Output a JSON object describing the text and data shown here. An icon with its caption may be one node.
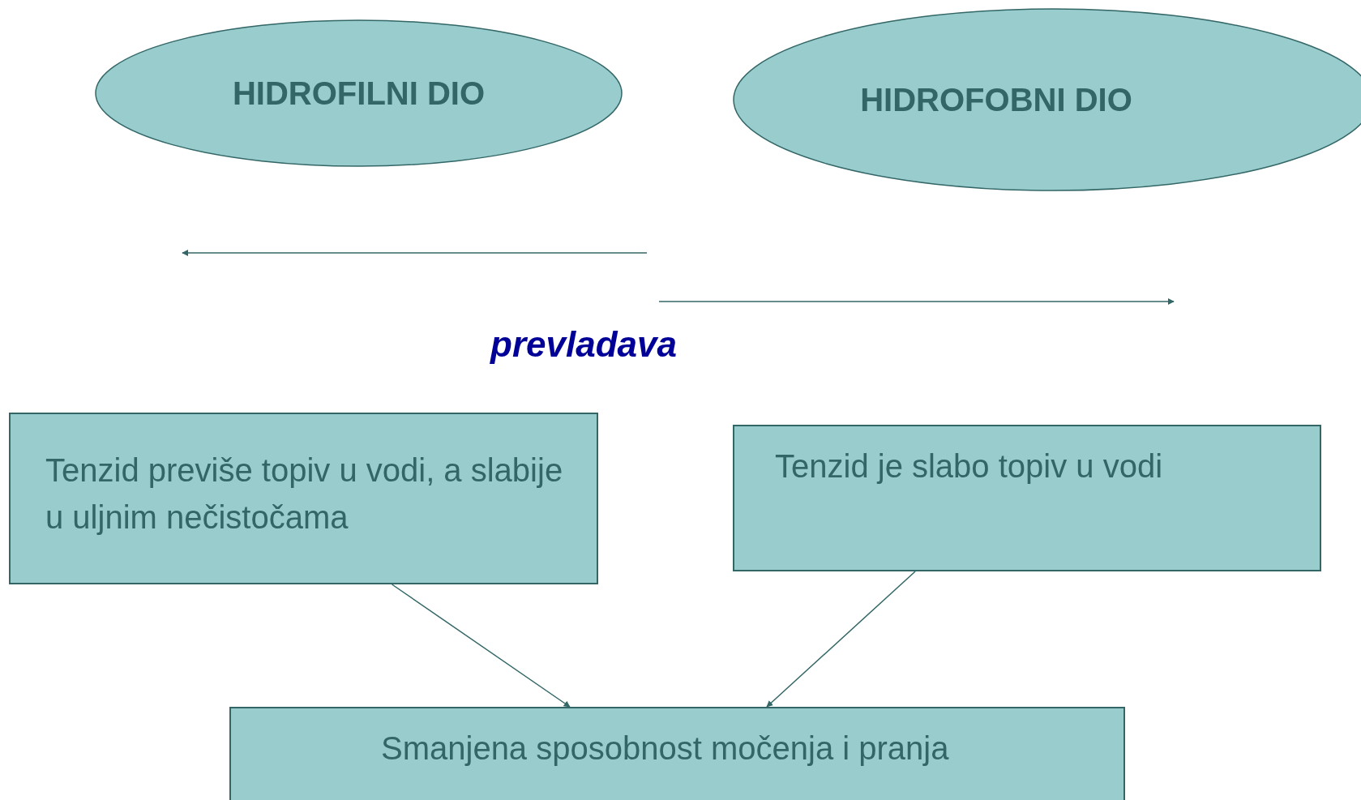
{
  "diagram": {
    "nodes": [
      {
        "text": [
          "HIDROFILNI DIO"
        ]
      },
      {
        "text": [
          "HIDROFOBNI DIO"
        ]
      },
      {
        "text": [
          "Tenzid previše topiv u vodi, a slabije u uljnim nečistočama"
        ]
      },
      {
        "text": [
          "Tenzid je slabo topiv u vodi"
        ]
      },
      {
        "text": [
          "Smanjena sposobnost močenja i pranja"
        ]
      }
    ],
    "edges": [
      {
        "from": 2,
        "to": 4,
        "arrow": "to"
      },
      {
        "from": 3,
        "to": 4,
        "arrow": "to"
      }
    ],
    "labels": [
      "prevladava"
    ]
  }
}
